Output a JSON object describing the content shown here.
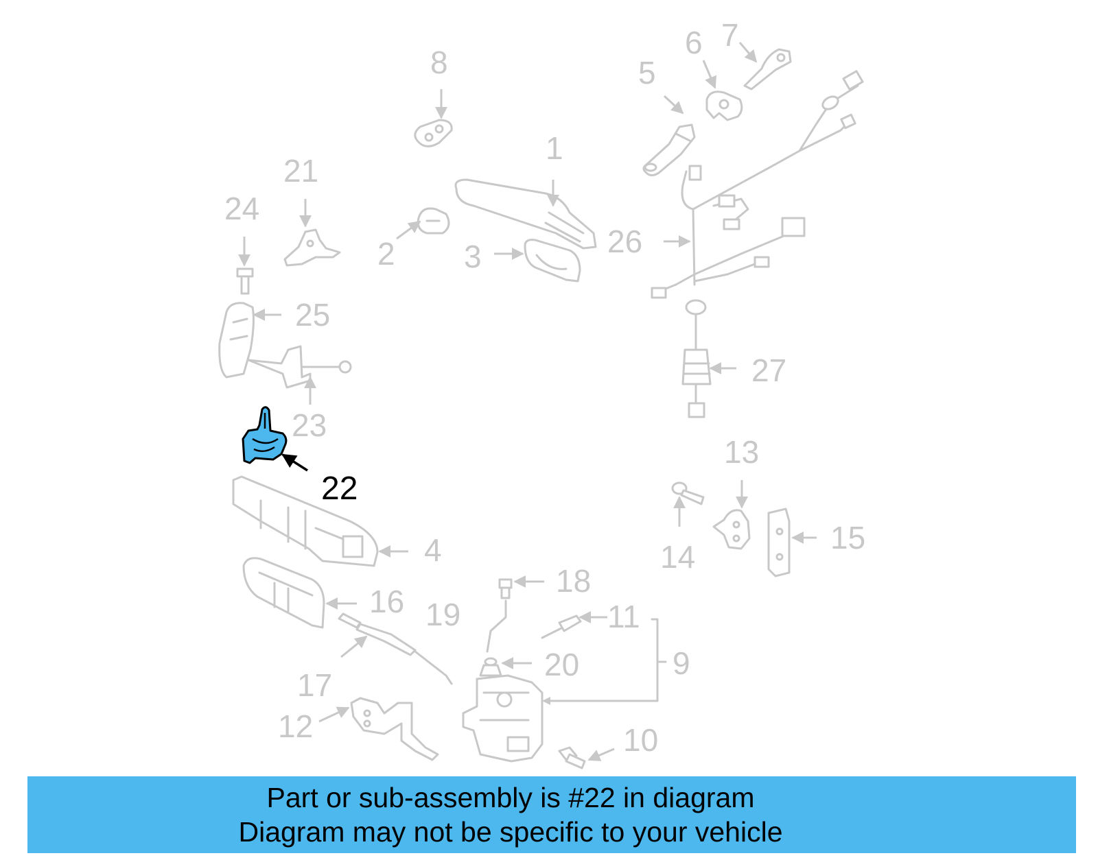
{
  "highlight": {
    "part_number": "22",
    "fill_color": "#4db8ed"
  },
  "callouts": [
    "1",
    "2",
    "3",
    "4",
    "5",
    "6",
    "7",
    "8",
    "9",
    "10",
    "11",
    "12",
    "13",
    "14",
    "15",
    "16",
    "17",
    "18",
    "19",
    "20",
    "21",
    "22",
    "23",
    "24",
    "25",
    "26",
    "27"
  ],
  "banner": {
    "line1": "Part or sub-assembly is #22 in diagram",
    "line2": "Diagram may not be specific to your vehicle",
    "color": "#4db8ed"
  }
}
